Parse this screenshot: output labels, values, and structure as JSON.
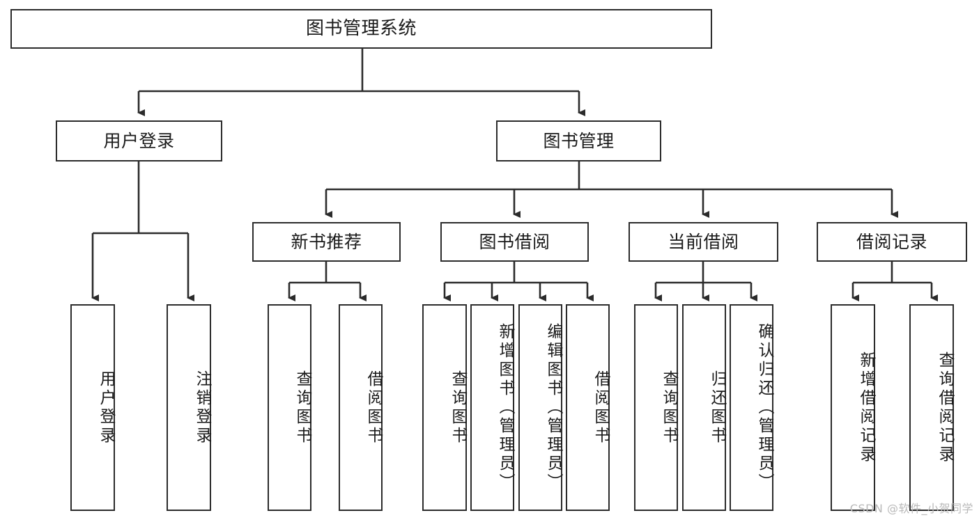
{
  "diagram": {
    "title": "图书管理系统",
    "type": "tree",
    "root": {
      "label": "图书管理系统"
    },
    "level2": [
      {
        "label": "用户登录"
      },
      {
        "label": "图书管理"
      }
    ],
    "level3": [
      {
        "label": "新书推荐"
      },
      {
        "label": "图书借阅"
      },
      {
        "label": "当前借阅"
      },
      {
        "label": "借阅记录"
      }
    ],
    "leaves": {
      "user_login": [
        {
          "label": "用户登录"
        },
        {
          "label": "注销登录"
        }
      ],
      "new_book_rec": [
        {
          "label": "查询图书"
        },
        {
          "label": "借阅图书"
        }
      ],
      "book_borrow": [
        {
          "label": "查询图书"
        },
        {
          "label": "新增图书（管理员）"
        },
        {
          "label": "编辑图书（管理员）"
        },
        {
          "label": "借阅图书"
        }
      ],
      "current_borrow": [
        {
          "label": "查询图书"
        },
        {
          "label": "归还图书"
        },
        {
          "label": "确认归还（管理员）"
        }
      ],
      "borrow_record": [
        {
          "label": "新增借阅记录"
        },
        {
          "label": "查询借阅记录"
        }
      ]
    }
  },
  "watermark": {
    "text": "CSDN @软件_小贺同学"
  },
  "colors": {
    "stroke": "#2b2b2b",
    "text": "#1a1a1a",
    "background": "#ffffff",
    "watermark": "#b9b9b9"
  }
}
